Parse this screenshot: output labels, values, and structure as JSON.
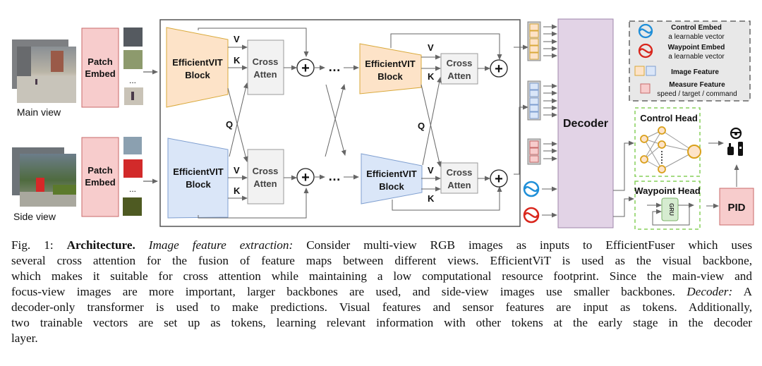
{
  "figure": {
    "views": {
      "main_label": "Main view",
      "side_label": "Side view"
    },
    "patch_embed": {
      "line1": "Patch",
      "line2": "Embed"
    },
    "ellipsis": "...",
    "backbone": {
      "line1": "EfficientVIT",
      "line2": "Block"
    },
    "cross_atten": {
      "line1": "Cross",
      "line2": "Atten"
    },
    "qkv": {
      "q": "Q",
      "k": "K",
      "v": "V"
    },
    "plus": "+",
    "dots": "…",
    "decoder_label": "Decoder",
    "control_head_label": "Control Head",
    "waypoint_head_label": "Waypoint Head",
    "gru_label": "GRU",
    "pid_label": "PID",
    "legend": {
      "control_embed_title": "Control Embed",
      "control_embed_desc": "a learnable vector",
      "waypoint_embed_title": "Waypoint Embed",
      "waypoint_embed_desc": "a learnable vector",
      "image_feature": "Image Feature",
      "measure_feature_title": "Measure Feature",
      "measure_feature_desc": "speed / target / command"
    },
    "colors": {
      "main_backbone": "#fde3c8",
      "main_backbone_stroke": "#d9a93a",
      "side_backbone": "#dae6f8",
      "side_backbone_stroke": "#7f9fd0",
      "patch_embed": "#f7cccc",
      "patch_embed_stroke": "#c86a6a",
      "decoder": "#e2d3e6",
      "decoder_stroke": "#9f86ab",
      "control_embed": "#1f8fd8",
      "waypoint_embed": "#d9261c",
      "head_border": "#86cf5a",
      "gru_fill": "#d6ecd0",
      "node_stroke": "#d9a01a",
      "node_fill": "#fde3c8"
    }
  },
  "caption": {
    "lines": [
      [
        {
          "t": "Fig. 1: ",
          "s": ""
        },
        {
          "t": "Architecture.",
          "s": "b"
        },
        {
          "t": " ",
          "s": ""
        },
        {
          "t": "Image feature extraction:",
          "s": "i"
        },
        {
          "t": " Consider multi-view RGB images as inputs to EfficientFuser which uses",
          "s": ""
        }
      ],
      [
        {
          "t": "several cross attention for the fusion of feature maps between different views. EfficientViT is used as the visual backbone,",
          "s": ""
        }
      ],
      [
        {
          "t": "which makes it suitable for cross attention while maintaining a low computational resource footprint. Since the main-view and",
          "s": ""
        }
      ],
      [
        {
          "t": "focus-view images are more important, larger backbones are used, and side-view images use smaller backbones. ",
          "s": ""
        },
        {
          "t": "Decoder:",
          "s": "i"
        },
        {
          "t": " A",
          "s": ""
        }
      ],
      [
        {
          "t": "decoder-only transformer is used to make predictions. Visual features and sensor features are input as tokens. Additionally,",
          "s": ""
        }
      ],
      [
        {
          "t": "two trainable vectors are set up as tokens, learning relevant information with other tokens at the early stage in the decoder",
          "s": ""
        }
      ],
      [
        {
          "t": "layer.",
          "s": ""
        }
      ]
    ]
  }
}
